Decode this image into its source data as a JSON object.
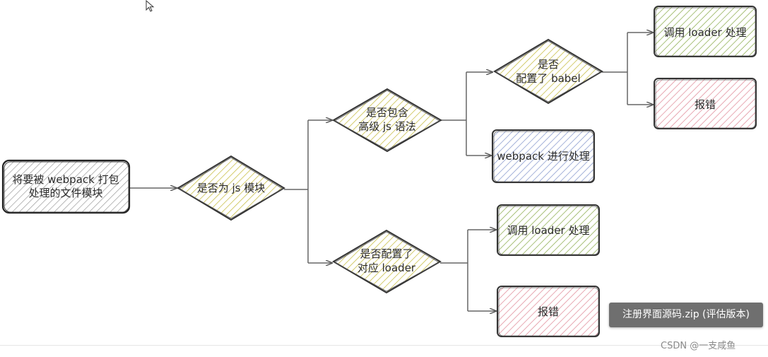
{
  "colors": {
    "gray": "#d9d9d9",
    "yellow": "#ece79a",
    "green": "#c6d89c",
    "red": "#f3c6cc",
    "blue": "#c6d0ea",
    "stroke": "#333333"
  },
  "nodes": {
    "start": {
      "line1": "将要被 webpack 打包",
      "line2": "处理的文件模块"
    },
    "is_js_module": {
      "line1": "是否为 js 模块"
    },
    "advanced_js": {
      "line1": "是否包含",
      "line2": "高级 js 语法"
    },
    "babel_configured": {
      "line1": "是否",
      "line2": "配置了 babel"
    },
    "call_loader_top": {
      "line1": "调用 loader 处理"
    },
    "error_top": {
      "line1": "报错"
    },
    "webpack_process": {
      "line1": "webpack 进行处理"
    },
    "loader_configured": {
      "line1": "是否配置了",
      "line2": "对应 loader"
    },
    "call_loader_bottom": {
      "line1": "调用 loader 处理"
    },
    "error_bottom": {
      "line1": "报错"
    }
  },
  "tooltip": {
    "text": "注册界面源码.zip (评估版本)"
  },
  "watermark": {
    "text": "CSDN @一支咸鱼"
  },
  "cursor": {
    "icon": "arrow-cursor-icon"
  }
}
